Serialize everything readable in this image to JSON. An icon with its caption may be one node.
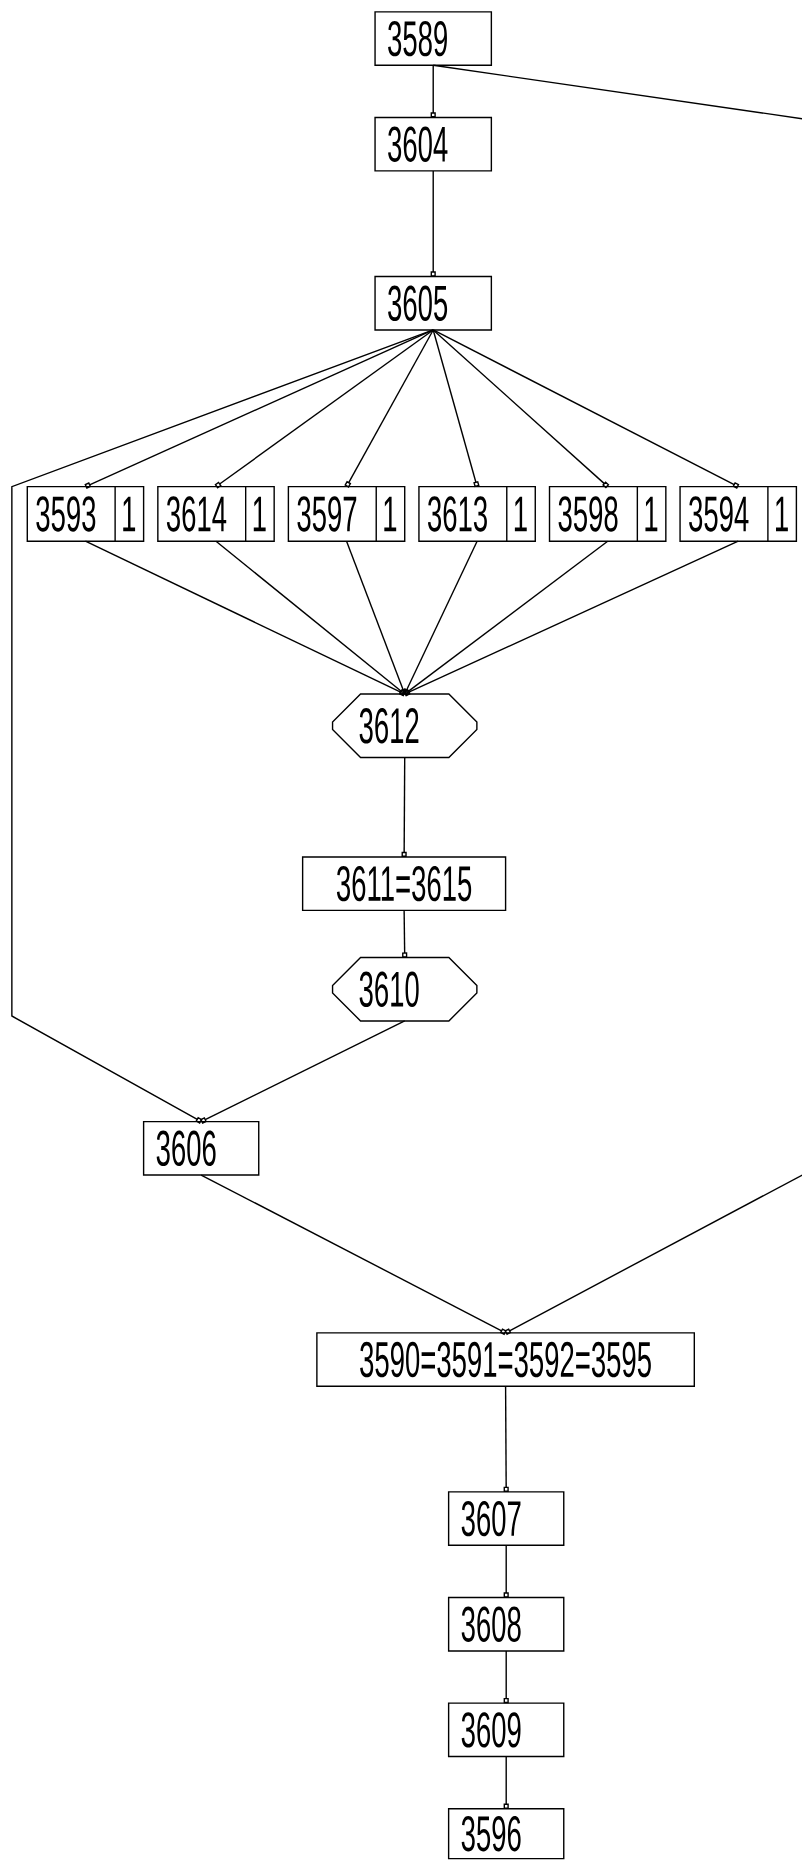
{
  "diagram": {
    "nodes": [
      {
        "text": [
          "3589"
        ]
      },
      {
        "text": [
          "3604"
        ]
      },
      {
        "text": [
          "3605"
        ]
      },
      {
        "text": [
          "3593",
          "1"
        ]
      },
      {
        "text": [
          "3614",
          "1"
        ]
      },
      {
        "text": [
          "3597",
          "1"
        ]
      },
      {
        "text": [
          "3613",
          "1"
        ]
      },
      {
        "text": [
          "3598",
          "1"
        ]
      },
      {
        "text": [
          "3594",
          "1"
        ]
      },
      {
        "text": [
          "3612"
        ]
      },
      {
        "text": [
          "3611=3615"
        ]
      },
      {
        "text": [
          "3610"
        ]
      },
      {
        "text": [
          "3606"
        ]
      },
      {
        "text": [
          "3590=3591=3592=3595"
        ]
      },
      {
        "text": [
          "3607"
        ]
      },
      {
        "text": [
          "3608"
        ]
      },
      {
        "text": [
          "3609"
        ]
      },
      {
        "text": [
          "3596"
        ]
      }
    ],
    "edges": [
      {
        "from": 0,
        "to": 1,
        "arrow": "other"
      },
      {
        "from": 0,
        "to": null,
        "arrow": "none"
      },
      {
        "from": 1,
        "to": 2,
        "arrow": "other"
      },
      {
        "from": 2,
        "to": 3,
        "arrow": "other"
      },
      {
        "from": 2,
        "to": 4,
        "arrow": "other"
      },
      {
        "from": 2,
        "to": 5,
        "arrow": "other"
      },
      {
        "from": 2,
        "to": 6,
        "arrow": "other"
      },
      {
        "from": 2,
        "to": 7,
        "arrow": "other"
      },
      {
        "from": 2,
        "to": 8,
        "arrow": "other"
      },
      {
        "from": 2,
        "to": 12,
        "arrow": "other"
      },
      {
        "from": 3,
        "to": 9,
        "arrow": "other"
      },
      {
        "from": 4,
        "to": 9,
        "arrow": "other"
      },
      {
        "from": 5,
        "to": 9,
        "arrow": "other"
      },
      {
        "from": 6,
        "to": 9,
        "arrow": "other"
      },
      {
        "from": 7,
        "to": 9,
        "arrow": "other"
      },
      {
        "from": 8,
        "to": 9,
        "arrow": "other"
      },
      {
        "from": 9,
        "to": 10,
        "arrow": "other"
      },
      {
        "from": 10,
        "to": 11,
        "arrow": "other"
      },
      {
        "from": 11,
        "to": 12,
        "arrow": "other"
      },
      {
        "from": 12,
        "to": 13,
        "arrow": "other"
      },
      {
        "from": null,
        "to": 13,
        "arrow": "other"
      },
      {
        "from": 13,
        "to": 14,
        "arrow": "other"
      },
      {
        "from": 14,
        "to": 15,
        "arrow": "other"
      },
      {
        "from": 15,
        "to": 16,
        "arrow": "other"
      },
      {
        "from": 16,
        "to": 17,
        "arrow": "other"
      }
    ]
  }
}
